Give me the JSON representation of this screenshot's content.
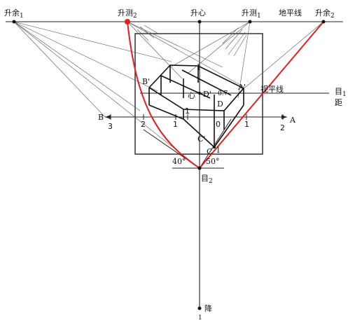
{
  "labels": {
    "rise_excess_1": "升余",
    "rise_excess_1_sub": "1",
    "rise_side_2": "升测",
    "rise_side_2_sub": "2",
    "rise_center": "升心",
    "rise_side_1": "升测",
    "rise_side_1_sub": "1",
    "ground_line": "地平线",
    "rise_excess_2": "升余",
    "rise_excess_2_sub": "2",
    "horizon_line": "视平线",
    "eye_1": "目",
    "eye_1_sub": "1",
    "distance": "距",
    "point_B": "B",
    "point_A": "A",
    "point_B_prime": "B'",
    "point_A_prime": "A'",
    "point_C_prime": "C'",
    "point_C": "C",
    "point_D_prime": "D'",
    "point_D": "D",
    "center_char": "心",
    "point_l": "l",
    "point_l_lower": "l",
    "value_07": "0.7",
    "angle_40": "40°",
    "angle_50": "50°",
    "eye_2": "目",
    "eye_2_sub": "2",
    "descend": "降",
    "descend_sub": "1"
  },
  "scale_ticks": [
    "3",
    "2",
    "1",
    "1",
    "0",
    "1",
    "2"
  ],
  "colors": {
    "ink": "#222222",
    "red": "#e02020"
  }
}
